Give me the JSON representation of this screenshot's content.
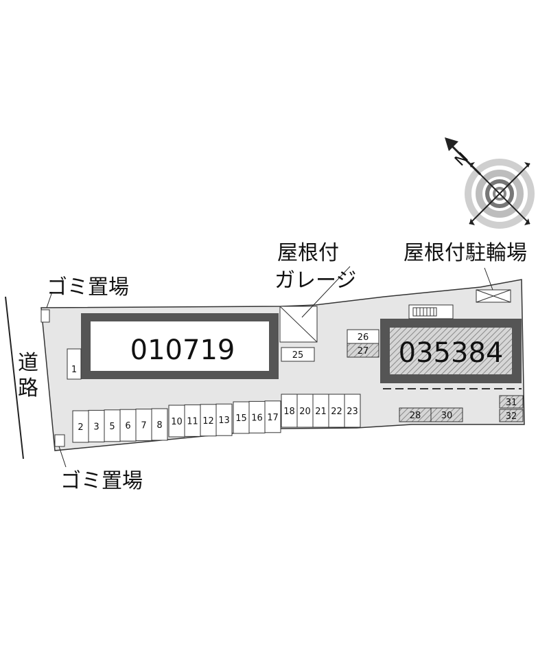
{
  "labels": {
    "road": "道路",
    "garbage_top": "ゴミ置場",
    "garbage_bottom": "ゴミ置場",
    "garage_line1": "屋根付",
    "garage_line2": "ガレージ",
    "bike_parking": "屋根付駐輪場",
    "compass_letter": "N"
  },
  "buildings": [
    {
      "id": "010719"
    },
    {
      "id": "035384"
    }
  ],
  "parking_spots": {
    "row_left": [
      "2",
      "3",
      "5",
      "6",
      "7",
      "8"
    ],
    "row_mid": [
      "10",
      "11",
      "12",
      "13"
    ],
    "row_mid2": [
      "15",
      "16",
      "17"
    ],
    "row_right": [
      "18",
      "20",
      "21",
      "22",
      "23"
    ],
    "single_1": "1",
    "single_25": "25",
    "stack_26": "26",
    "stack_27": "27",
    "pair_28": "28",
    "pair_30": "30",
    "stack_31": "31",
    "stack_32": "32"
  },
  "colors": {
    "lot_fill": "#e6e6e6",
    "building_border": "#555555",
    "hatch": "#9a9a9a"
  }
}
